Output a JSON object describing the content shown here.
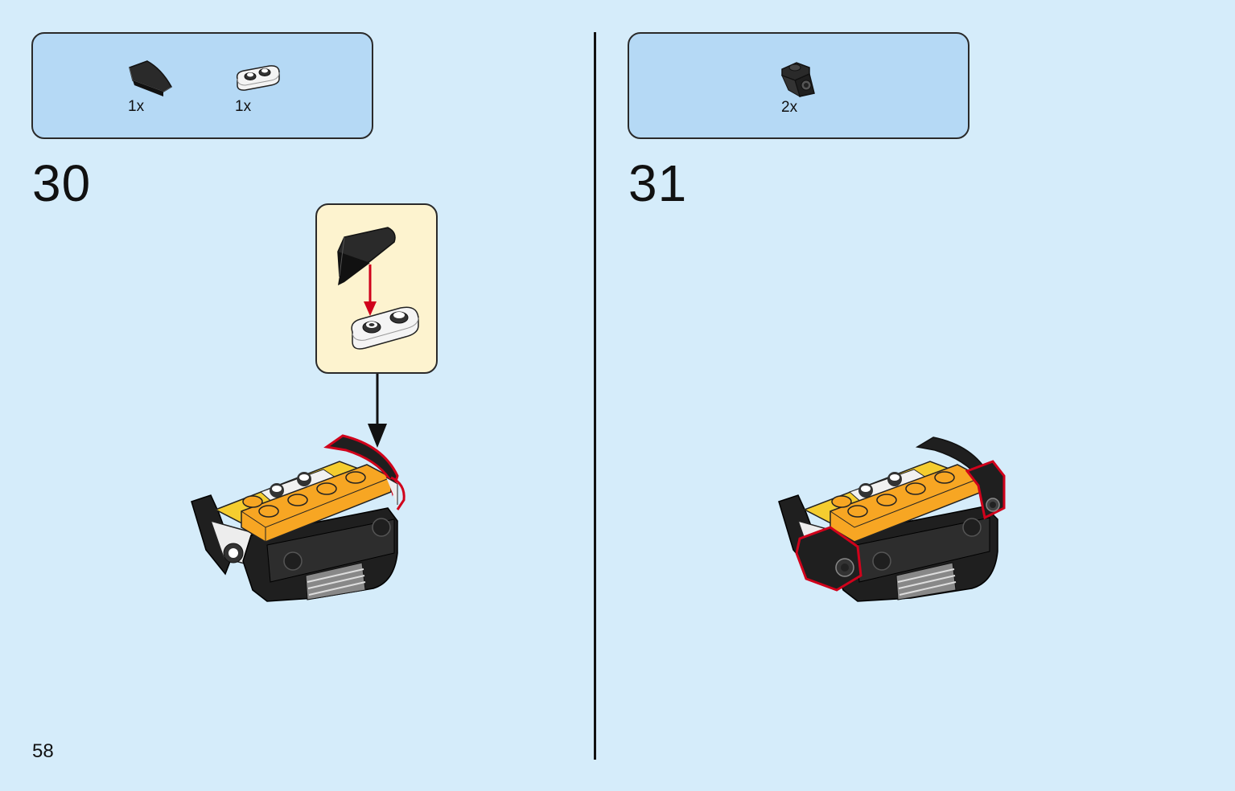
{
  "page": {
    "number": "58"
  },
  "steps": [
    {
      "number": "30",
      "parts": [
        {
          "qty": "1x",
          "icon": "black-curved-slope-icon"
        },
        {
          "qty": "1x",
          "icon": "white-jumper-plate-icon"
        }
      ]
    },
    {
      "number": "31",
      "parts": [
        {
          "qty": "2x",
          "icon": "black-bracket-icon"
        }
      ]
    }
  ],
  "colors": {
    "background": "#d5ecfa",
    "parts_box": "#b5d9f5",
    "callout": "#fdf3cf",
    "highlight": "#d0021b",
    "yellow_brick": "#f5cd2f",
    "orange_plate": "#f7a623",
    "black_part": "#1f1f1f"
  }
}
